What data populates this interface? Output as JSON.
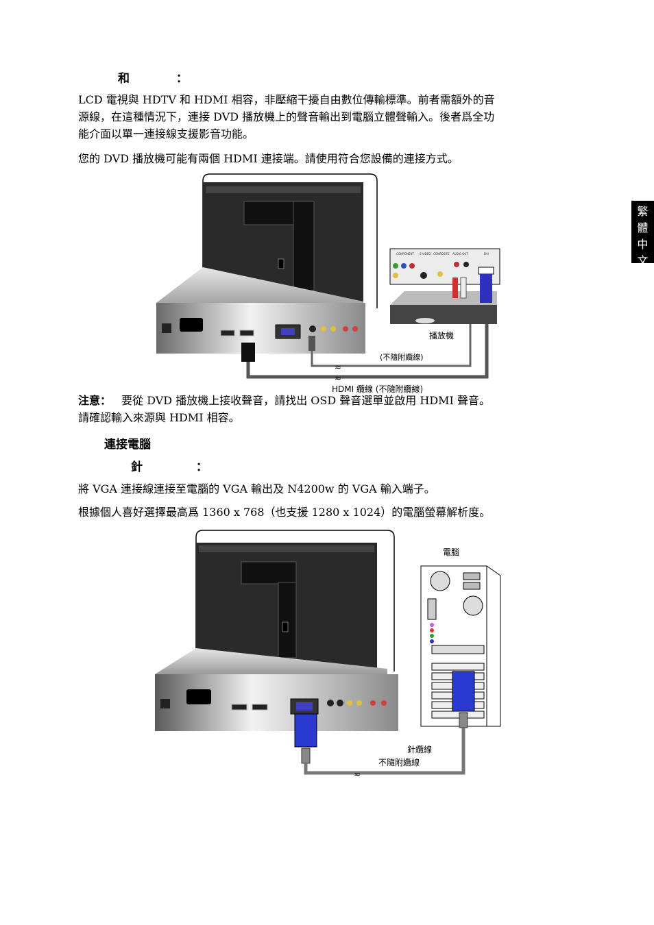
{
  "side_tab": [
    "繁",
    "體",
    "中",
    "文"
  ],
  "s1": {
    "heading_a": "和",
    "heading_colon": "：",
    "para1_l1": "LCD  電視與  HDTV  和  HDMI  相容，非壓縮干擾自由數位傳輸標準。前者需額外的音",
    "para1_l2": "源線，在這種情況下，連接  DVD  播放機上的聲音輸出到電腦立體聲輸入。後者爲全功",
    "para1_l3": "能介面以單一連接線支援影音功能。",
    "para2": "您的 DVD  播放機可能有兩個  HDMI  連接端。請使用符合您設備的連接方式。"
  },
  "fig1": {
    "player_label": "播放機",
    "cable_note": "(不隨附纜線)",
    "hdmi_cable_label": "HDMI  纜線  (不隨附纜線)",
    "panel_labels": [
      "COMPONENT",
      "S-VIDEO",
      "COMPOSITE",
      "AUDIO OUT",
      "DVI"
    ]
  },
  "note": {
    "label": "注意：",
    "line1": "要從  DVD  播放機上接收聲音，請找出  OSD  聲音選單並啟用  HDMI  聲音。",
    "line2": "請確認輸入來源與  HDMI  相容。"
  },
  "s2": {
    "heading": "連接電腦",
    "sub_a": "針",
    "sub_colon": "：",
    "para1": "將  VGA  連接線連接至電腦的  VGA  輸出及  N4200w  的  VGA  輸入端子。",
    "para2": "根據個人喜好選擇最高爲  1360 x 768（也支援  1280 x 1024）的電腦螢幕解析度。"
  },
  "fig2": {
    "pc_label": "電腦",
    "cable_label": "針纜線",
    "cable_note": "不隨附纜線"
  }
}
